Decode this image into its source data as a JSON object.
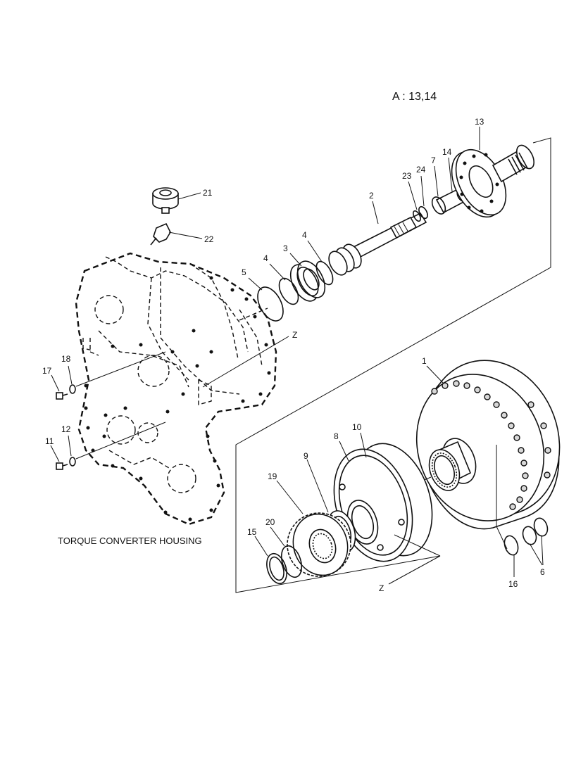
{
  "header": {
    "ref_label": "A :  13,14"
  },
  "caption": "TORQUE CONVERTER HOUSING",
  "callouts": {
    "c1": "1",
    "c2": "2",
    "c3": "3",
    "c4a": "4",
    "c4b": "4",
    "c5": "5",
    "c6": "6",
    "c7": "7",
    "c8": "8",
    "c9": "9",
    "c10": "10",
    "c11": "11",
    "c12": "12",
    "c13": "13",
    "c14": "14",
    "c15": "15",
    "c16": "16",
    "c17": "17",
    "c18": "18",
    "c19": "19",
    "c20": "20",
    "c21": "21",
    "c22": "22",
    "c23": "23",
    "c24": "24",
    "z1": "Z",
    "z2": "Z"
  }
}
